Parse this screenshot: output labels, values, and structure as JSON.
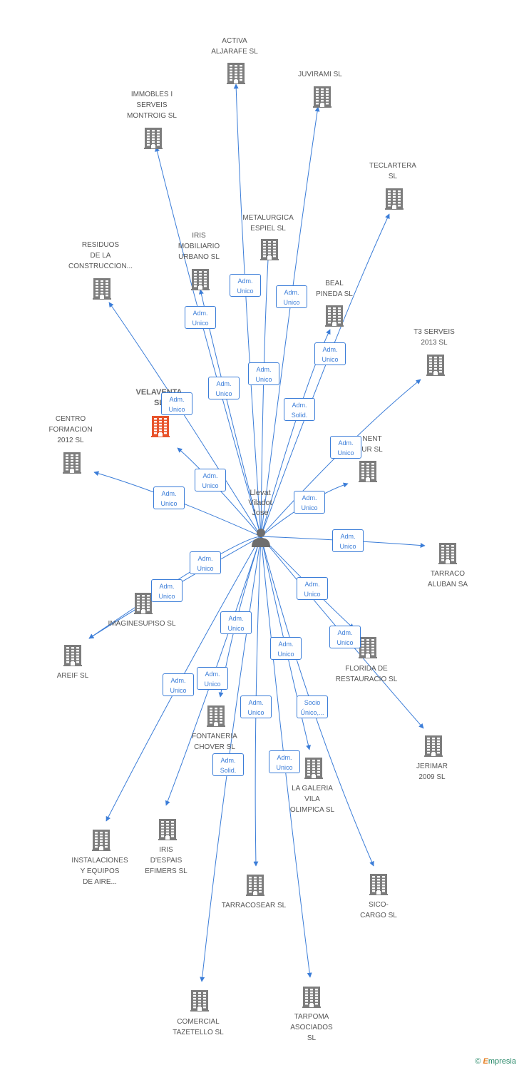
{
  "colors": {
    "edge": "#3b7dd8",
    "building": "#7d7d7d",
    "highlight": "#e8542c",
    "text": "#555555"
  },
  "center": {
    "name_lines": [
      "Llevat",
      "Viladot",
      "Jose"
    ],
    "icon": "person-icon"
  },
  "companies": [
    {
      "id": "activa",
      "lines": [
        "ACTIVA",
        "ALJARAFE SL"
      ]
    },
    {
      "id": "juvirami",
      "lines": [
        "JUVIRAMI SL"
      ]
    },
    {
      "id": "immobles",
      "lines": [
        "IMMOBLES I",
        "SERVEIS",
        "MONTROIG SL"
      ]
    },
    {
      "id": "teclartera",
      "lines": [
        "TECLARTERA",
        "SL"
      ]
    },
    {
      "id": "metalurgica",
      "lines": [
        "METALURGICA",
        "ESPIEL SL"
      ]
    },
    {
      "id": "iris_mob",
      "lines": [
        "IRIS",
        "MOBILIARIO",
        "URBANO SL"
      ]
    },
    {
      "id": "residuos",
      "lines": [
        "RESIDUOS",
        "DE LA",
        "CONSTRUCCION..."
      ]
    },
    {
      "id": "beal",
      "lines": [
        "BEAL",
        "PINEDA  SL"
      ]
    },
    {
      "id": "t3",
      "lines": [
        "T3 SERVEIS",
        "2013  SL"
      ]
    },
    {
      "id": "velaventa",
      "lines": [
        "VELAVENTA",
        "SL"
      ],
      "highlight": true
    },
    {
      "id": "centro",
      "lines": [
        "CENTRO",
        "FORMACION",
        "2012 SL"
      ]
    },
    {
      "id": "nent",
      "lines": [
        "NENT",
        "UR SL"
      ]
    },
    {
      "id": "tarraco",
      "lines": [
        "TARRACO",
        "ALUBAN SA"
      ]
    },
    {
      "id": "imaginesupiso",
      "lines": [
        "IMAGINESUPISO SL"
      ]
    },
    {
      "id": "areif",
      "lines": [
        "AREIF SL"
      ]
    },
    {
      "id": "florida",
      "lines": [
        "FLORIDA DE",
        "RESTAURACIO SL"
      ]
    },
    {
      "id": "fontaneria",
      "lines": [
        "FONTANERIA",
        "CHOVER SL"
      ]
    },
    {
      "id": "jerimar",
      "lines": [
        "JERIMAR",
        "2009 SL"
      ]
    },
    {
      "id": "lagaleria",
      "lines": [
        "LA GALERIA",
        "VILA",
        "OLIMPICA  SL"
      ]
    },
    {
      "id": "instalaciones",
      "lines": [
        "INSTALACIONES",
        "Y EQUIPOS",
        "DE AIRE..."
      ]
    },
    {
      "id": "iris_esp",
      "lines": [
        "IRIS",
        "D'ESPAIS",
        "EFIMERS SL"
      ]
    },
    {
      "id": "tarracosear",
      "lines": [
        "TARRACOSEAR SL"
      ]
    },
    {
      "id": "sico",
      "lines": [
        "SICO-",
        "CARGO  SL"
      ]
    },
    {
      "id": "comercial",
      "lines": [
        "COMERCIAL",
        "TAZETELLO  SL"
      ]
    },
    {
      "id": "tarpoma",
      "lines": [
        "TARPOMA",
        "ASOCIADOS",
        "SL"
      ]
    }
  ],
  "relations": [
    {
      "target": "activa",
      "lines": [
        "Adm.",
        "Unico"
      ]
    },
    {
      "target": "juvirami",
      "lines": [
        "Adm.",
        "Unico"
      ]
    },
    {
      "target": "immobles",
      "lines": [
        "Adm.",
        "Unico"
      ]
    },
    {
      "target": "teclartera",
      "lines": [
        "Adm.",
        "Unico"
      ]
    },
    {
      "target": "metalurgica",
      "lines": [
        "Adm.",
        "Unico"
      ]
    },
    {
      "target": "iris_mob",
      "lines": [
        "Adm.",
        "Unico"
      ]
    },
    {
      "target": "residuos",
      "lines": [
        "Adm.",
        "Unico"
      ]
    },
    {
      "target": "beal",
      "lines": [
        "Adm.",
        "Solid."
      ]
    },
    {
      "target": "t3",
      "lines": [
        "Adm.",
        "Unico"
      ]
    },
    {
      "target": "velaventa",
      "lines": [
        "Adm.",
        "Unico"
      ]
    },
    {
      "target": "centro",
      "lines": [
        "Adm.",
        "Unico"
      ]
    },
    {
      "target": "nent",
      "lines": [
        "Adm.",
        "Unico"
      ]
    },
    {
      "target": "tarraco",
      "lines": [
        "Adm.",
        "Unico"
      ]
    },
    {
      "target": "imaginesupiso",
      "lines": [
        "Adm.",
        "Unico"
      ]
    },
    {
      "target": "areif",
      "lines": [
        "Adm.",
        "Unico"
      ]
    },
    {
      "target": "florida",
      "lines": [
        "Adm.",
        "Unico"
      ]
    },
    {
      "target": "fontaneria",
      "lines": [
        "Adm.",
        "Unico"
      ]
    },
    {
      "target": "jerimar",
      "lines": [
        "Adm.",
        "Unico"
      ]
    },
    {
      "target": "lagaleria",
      "lines": [
        "Adm.",
        "Unico"
      ]
    },
    {
      "target": "instalaciones",
      "lines": [
        "Adm.",
        "Unico"
      ]
    },
    {
      "target": "iris_esp",
      "lines": [
        "Adm.",
        "Unico"
      ]
    },
    {
      "target": "tarracosear",
      "lines": [
        "Adm.",
        "Unico"
      ]
    },
    {
      "target": "sico",
      "lines": [
        "Socio",
        "Único,..."
      ]
    },
    {
      "target": "comercial",
      "lines": [
        "Adm.",
        "Solid."
      ]
    },
    {
      "target": "tarpoma",
      "lines": [
        "Adm.",
        "Unico"
      ]
    }
  ],
  "watermark": {
    "symbol": "©",
    "brand_first": "E",
    "brand_rest": "mpresia"
  }
}
